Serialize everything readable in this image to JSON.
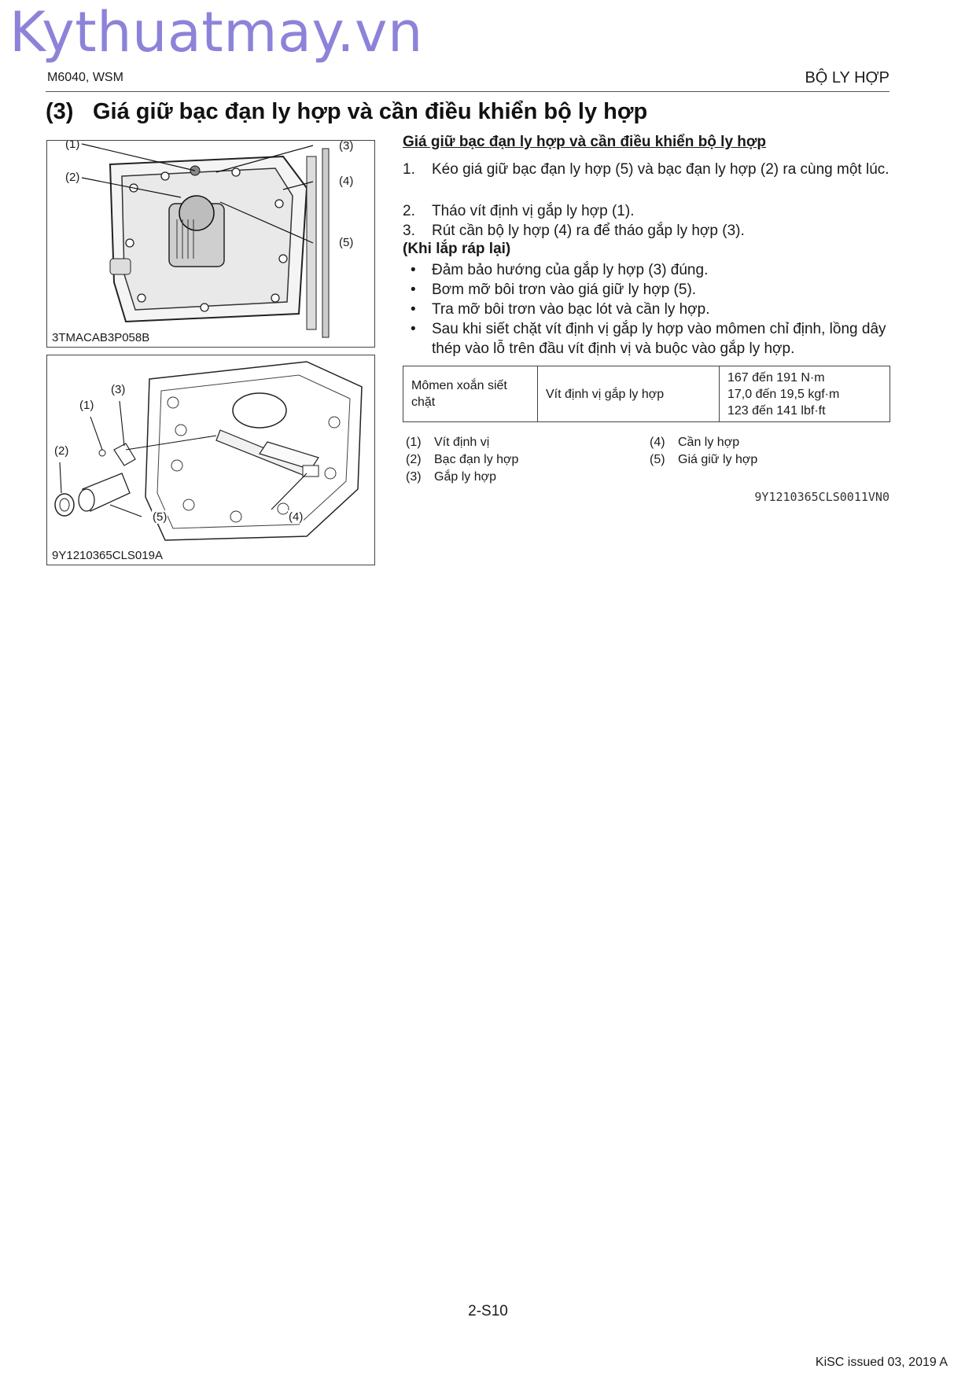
{
  "watermark": "Kythuatmay.vn",
  "header": {
    "left": "M6040, WSM",
    "right": "BỘ LY HỢP"
  },
  "section": {
    "number": "(3)",
    "title": "Giá giữ bạc đạn ly hợp và cần điều khiển bộ ly hợp"
  },
  "figures": [
    {
      "code": "3TMACAB3P058B",
      "callouts": [
        "(1)",
        "(2)",
        "(3)",
        "(4)",
        "(5)"
      ]
    },
    {
      "code": "9Y1210365CLS019A",
      "callouts": [
        "(1)",
        "(2)",
        "(3)",
        "(4)",
        "(5)"
      ]
    }
  ],
  "subtitle": "Giá giữ bạc đạn ly hợp và cần điều khiển bộ ly hợp",
  "steps": [
    {
      "num": "1.",
      "text": "Kéo giá giữ bạc đạn ly hợp (5) và bạc đạn ly hợp (2) ra cùng một lúc."
    },
    {
      "num": "2.",
      "text": "Tháo vít định vị gắp ly hợp (1)."
    },
    {
      "num": "3.",
      "text": "Rút cần bộ ly hợp (4) ra để tháo gắp ly hợp (3)."
    }
  ],
  "reassembly": {
    "title": "(Khi lắp ráp lại)",
    "bullets": [
      "Đảm bảo hướng của gắp ly hợp (3) đúng.",
      "Bơm mỡ bôi trơn vào giá giữ ly hợp (5).",
      "Tra mỡ bôi trơn vào bạc lót và cần ly hợp.",
      "Sau khi siết chặt vít định vị gắp ly hợp vào mômen chỉ định, lồng dây thép vào lỗ trên đầu vít định vị và buộc vào gắp ly hợp."
    ]
  },
  "torque": {
    "label": "Mômen xoắn siết chặt",
    "item": "Vít định vị gắp ly hợp",
    "values": [
      "167 đến 191 N·m",
      "17,0 đến 19,5 kgf·m",
      "123 đến 141 lbf·ft"
    ]
  },
  "legend_left": [
    {
      "key": "(1)",
      "label": "Vít định vị"
    },
    {
      "key": "(2)",
      "label": "Bạc đạn ly hợp"
    },
    {
      "key": "(3)",
      "label": "Gắp ly hợp"
    }
  ],
  "legend_right": [
    {
      "key": "(4)",
      "label": "Cần ly hợp"
    },
    {
      "key": "(5)",
      "label": "Giá giữ ly hợp"
    }
  ],
  "doc_id": "9Y1210365CLS0011VN0",
  "page_number": "2-S10",
  "issued": "KiSC issued 03, 2019 A"
}
